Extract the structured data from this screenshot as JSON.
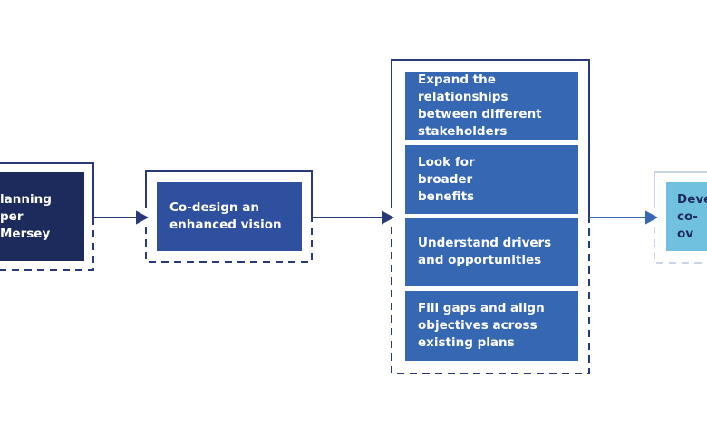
{
  "steps": [
    {
      "label": "lanning\nper Mersey",
      "color": "#1d2b5c"
    },
    {
      "label": "Co-design an enhanced vision",
      "color": "#2f4f9f"
    },
    {
      "substeps": [
        {
          "label": "Expand the relationships between different stakeholders"
        },
        {
          "label": "Look for broader benefits"
        },
        {
          "label": "Understand drivers and opportunities"
        },
        {
          "label": "Fill gaps and align objectives across existing plans"
        }
      ],
      "color": "#3667b3"
    },
    {
      "label": "Deve\nco-ov",
      "color": "#70c1df"
    }
  ]
}
